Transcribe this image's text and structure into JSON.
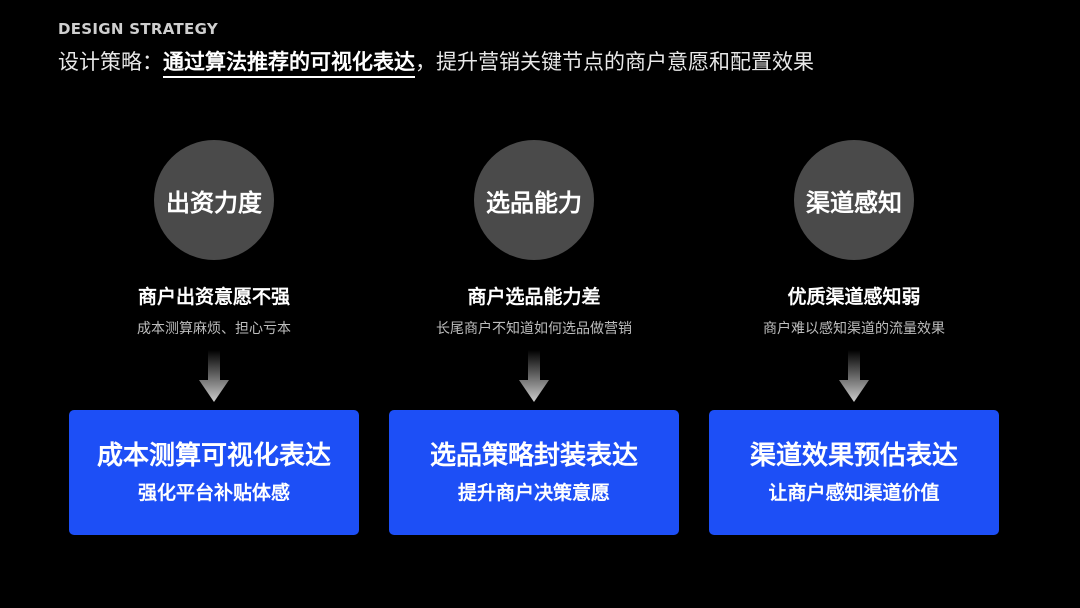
{
  "header": {
    "eyebrow": "DESIGN STRATEGY",
    "prefix": "设计策略：",
    "highlight": "通过算法推荐的可视化表达",
    "suffix": "，提升营销关键节点的商户意愿和配置效果"
  },
  "columns": [
    {
      "circle": "出资力度",
      "problem": "商户出资意愿不强",
      "detail": "成本测算麻烦、担心亏本",
      "card_title": "成本测算可视化表达",
      "card_sub": "强化平台补贴体感"
    },
    {
      "circle": "选品能力",
      "problem": "商户选品能力差",
      "detail": "长尾商户不知道如何选品做营销",
      "card_title": "选品策略封装表达",
      "card_sub": "提升商户决策意愿"
    },
    {
      "circle": "渠道感知",
      "problem": "优质渠道感知弱",
      "detail": "商户难以感知渠道的流量效果",
      "card_title": "渠道效果预估表达",
      "card_sub": "让商户感知渠道价值"
    }
  ],
  "colors": {
    "background": "#000000",
    "circle": "#4a4a4a",
    "card": "#1d4ff6",
    "arrow": "#cccccc"
  },
  "icons": {
    "arrow": "arrow-down-icon"
  }
}
